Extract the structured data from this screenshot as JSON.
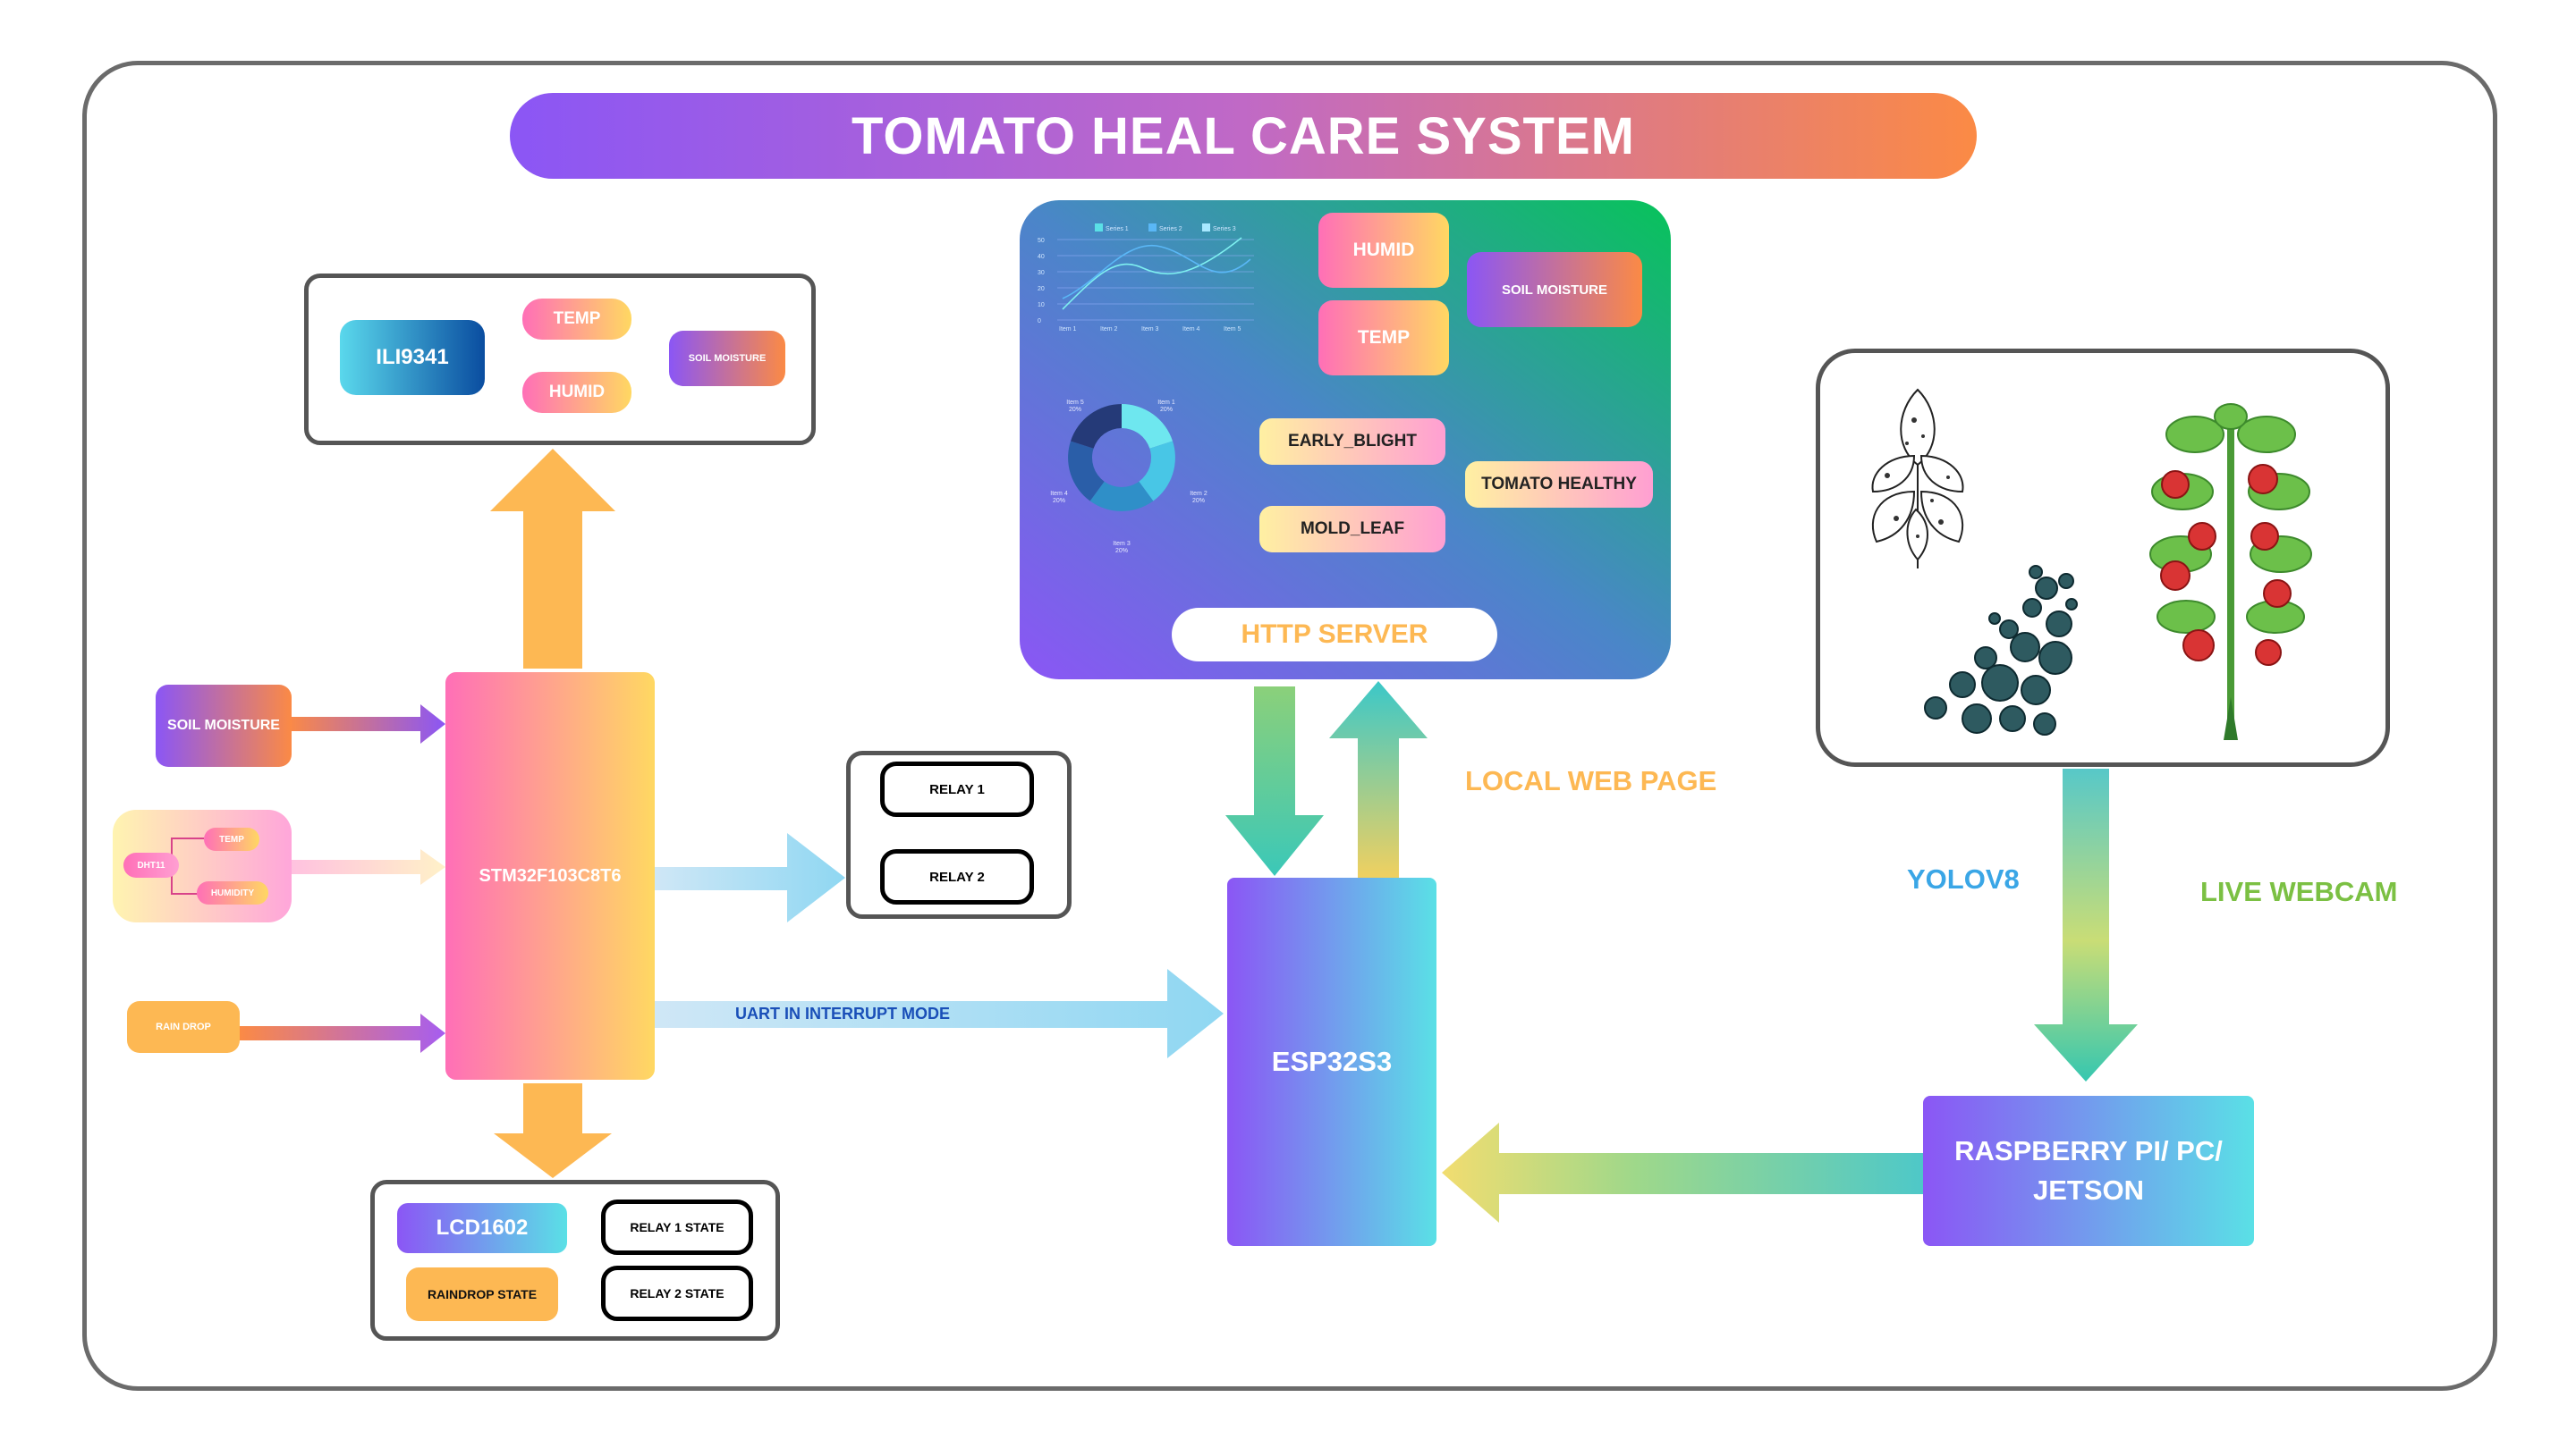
{
  "title": "TOMATO HEAL CARE SYSTEM",
  "display_box": {
    "ili": "ILI9341",
    "temp": "TEMP",
    "humid": "HUMID",
    "soil": "SOIL MOISTURE"
  },
  "inputs": {
    "soil": "SOIL MOISTURE",
    "dht": "DHT11",
    "dht_temp": "TEMP",
    "dht_humid": "HUMIDITY",
    "rain": "RAIN DROP"
  },
  "mcu": "STM32F103C8T6",
  "relays": {
    "r1": "RELAY 1",
    "r2": "RELAY 2"
  },
  "uart_label": "UART IN INTERRUPT MODE",
  "lcd_box": {
    "lcd": "LCD1602",
    "raindrop": "RAINDROP STATE",
    "relay1": "RELAY 1 STATE",
    "relay2": "RELAY 2 STATE"
  },
  "server": {
    "humid": "HUMID",
    "temp": "TEMP",
    "soil": "SOIL MOISTURE",
    "early": "EARLY_BLIGHT",
    "mold": "MOLD_LEAF",
    "healthy": "TOMATO HEALTHY",
    "http": "HTTP SERVER",
    "legend": [
      "Series 1",
      "Series 2",
      "Series 3"
    ],
    "y_ticks": [
      "50",
      "40",
      "30",
      "20",
      "10",
      "0"
    ],
    "x_ticks": [
      "Item 1",
      "Item 2",
      "Item 3",
      "Item 4",
      "Item 5"
    ],
    "donut": [
      {
        "label": "Item 1",
        "pct": "20%"
      },
      {
        "label": "Item 2",
        "pct": "20%"
      },
      {
        "label": "Item 3",
        "pct": "20%"
      },
      {
        "label": "Item 4",
        "pct": "20%"
      },
      {
        "label": "Item 5",
        "pct": "20%"
      }
    ]
  },
  "local_web": "LOCAL WEB PAGE",
  "esp": "ESP32S3",
  "yolo": "YOLOV8",
  "webcam": "LIVE WEBCAM",
  "host": "RASPBERRY PI/ PC/ JETSON",
  "colors": {
    "orange_arrow": "#fdb853",
    "cyan_arrow": "#a8def0",
    "purple": "#8b56f5",
    "green": "#07b95a",
    "label_orange": "#fdb853",
    "label_blue": "#3aa6e6",
    "label_green": "#7bc043"
  }
}
